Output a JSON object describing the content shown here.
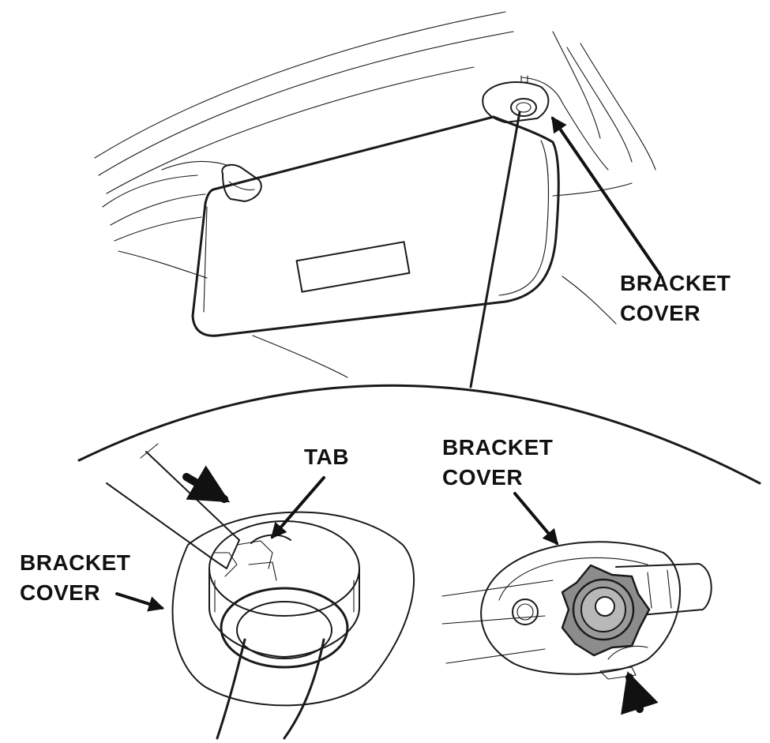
{
  "labels": {
    "top_right_line1": "BRACKET",
    "top_right_line2": "COVER",
    "tab": "TAB",
    "left_line1": "BRACKET",
    "left_line2": "COVER",
    "center_line1": "BRACKET",
    "center_line2": "COVER"
  },
  "colors": {
    "line": "#1a1a1a",
    "knob_fill": "#8c8c8c",
    "knob_inner": "#b8b8b8",
    "background": "#ffffff"
  }
}
